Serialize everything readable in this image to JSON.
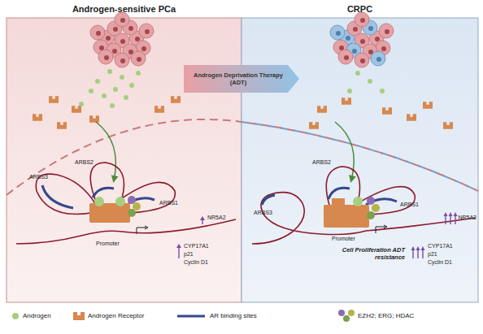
{
  "diagram": {
    "nodes": [
      {
        "text": [
          "Androgen-sensitive PCa"
        ]
      },
      {
        "text": [
          "CRPC"
        ]
      },
      {
        "text": [
          "Androgen Deprivation Therapy (ADT)"
        ]
      }
    ],
    "labels": [
      "ARBS3",
      "ARBS2",
      "ARBS1",
      "Promoter",
      "NR5A2",
      "CYP17A1",
      "p21",
      "Cyclin D1",
      "ARBS3",
      "ARBS2",
      "ARBS1",
      "Promoter",
      "NR5A2",
      "CYP17A1",
      "p21",
      "Cyclin D1",
      "Cell Proliferation ADT resistance"
    ],
    "legend": [
      {
        "text": "Androgen",
        "color": "#a5cf7f"
      },
      {
        "text": "Androgen Receptor"
      },
      {
        "text": "AR binding sites"
      },
      {
        "text": "EZH2; ERG; HDAC"
      }
    ]
  }
}
